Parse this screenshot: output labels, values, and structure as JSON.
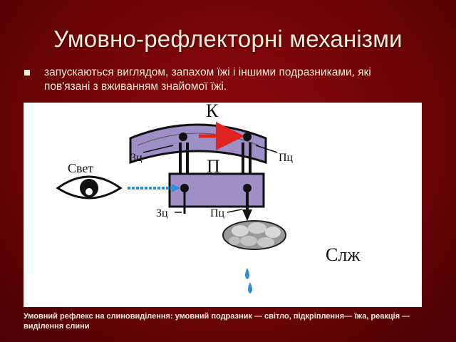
{
  "slide": {
    "title": "Умовно-рефлекторні механізми",
    "bullet": "запускаються виглядом, запахом їжі і іншими подразниками, які пов'язані з вживанням знайомої їжі.",
    "caption": "Умовний рефлекс на слиновиділення: умовний подразник — світло, підкріплення— їжа, реакція — виділення слини"
  },
  "diagram": {
    "label_k": "К",
    "label_p": "П",
    "label_svet": "Свет",
    "label_zc_top": "Зц",
    "label_pc_top": "Пц",
    "label_zc_bottom": "Зц",
    "label_pc_bottom": "Пц",
    "label_slzh": "Слж"
  },
  "colors": {
    "background": "#7a0507",
    "text": "#f4eddc",
    "cortex_fill": "#9e8fc6",
    "arrow_red": "#e0231e",
    "stimulus_blue": "#2f8fd6"
  }
}
